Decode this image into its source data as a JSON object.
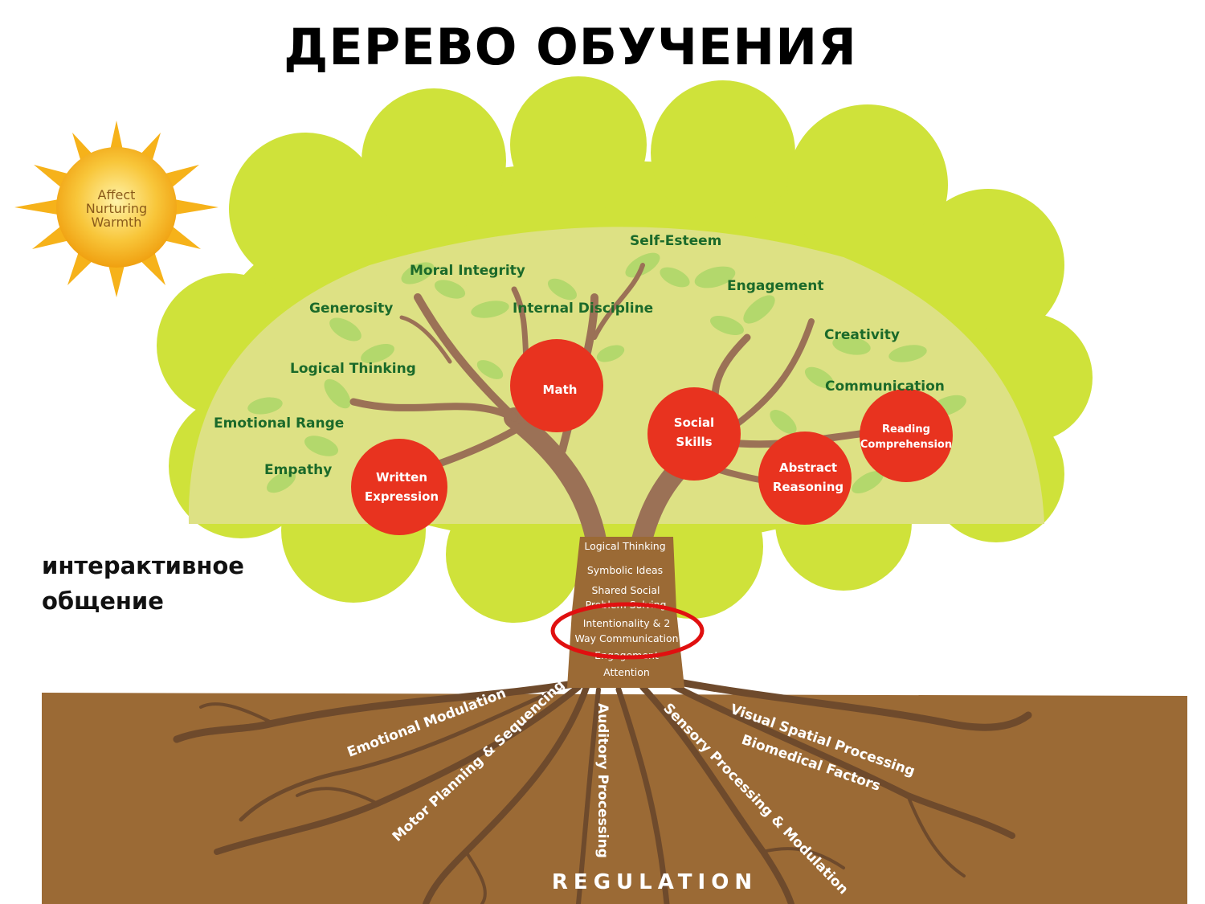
{
  "title": "ДЕРЕВО ОБУЧЕНИЯ",
  "side_note": {
    "line1": "интерактивное",
    "line2": "общение"
  },
  "sun": {
    "line1": "Affect",
    "line2": "Nurturing",
    "line3": "Warmth"
  },
  "skills": {
    "self_esteem": "Self-Esteem",
    "moral_integrity": "Moral Integrity",
    "engagement": "Engagement",
    "generosity": "Generosity",
    "internal_discipline": "Internal Discipline",
    "creativity": "Creativity",
    "logical_thinking": "Logical Thinking",
    "communication": "Communication",
    "emotional_range": "Emotional Range",
    "empathy": "Empathy"
  },
  "fruits": {
    "math": "Math",
    "social_skills_1": "Social",
    "social_skills_2": "Skills",
    "reading_1": "Reading",
    "reading_2": "Comprehension",
    "written_1": "Written",
    "written_2": "Expression",
    "abstract_1": "Abstract",
    "abstract_2": "Reasoning"
  },
  "trunk": {
    "l1": "Logical Thinking",
    "l2": "Symbolic Ideas",
    "l3": "Shared Social",
    "l4": "Problem Solving",
    "l5": "Intentionality & 2",
    "l6": "Way Communication",
    "l7": "Engagement",
    "l8": "Attention"
  },
  "roots": {
    "emotional_modulation": "Emotional Modulation",
    "motor_planning": "Motor Planning & Sequencing",
    "auditory": "Auditory Processing",
    "sensory": "Sensory Processing & Modulation",
    "visual_spatial": "Visual Spatial Processing",
    "biomedical": "Biomedical Factors"
  },
  "regulation": "REGULATION",
  "colors": {
    "canopy_outer": "#cfe23a",
    "canopy_inner": "#d9e07a",
    "leaf": "#a8d26a",
    "branch": "#9b7156",
    "fruit": "#e8331f",
    "soil": "#9b6a35",
    "root": "#6e4a2c",
    "trunk_box": "#9b6a35",
    "highlight": "#e01010",
    "skill_text": "#1b6a2a",
    "sun": "#f6b21a"
  }
}
